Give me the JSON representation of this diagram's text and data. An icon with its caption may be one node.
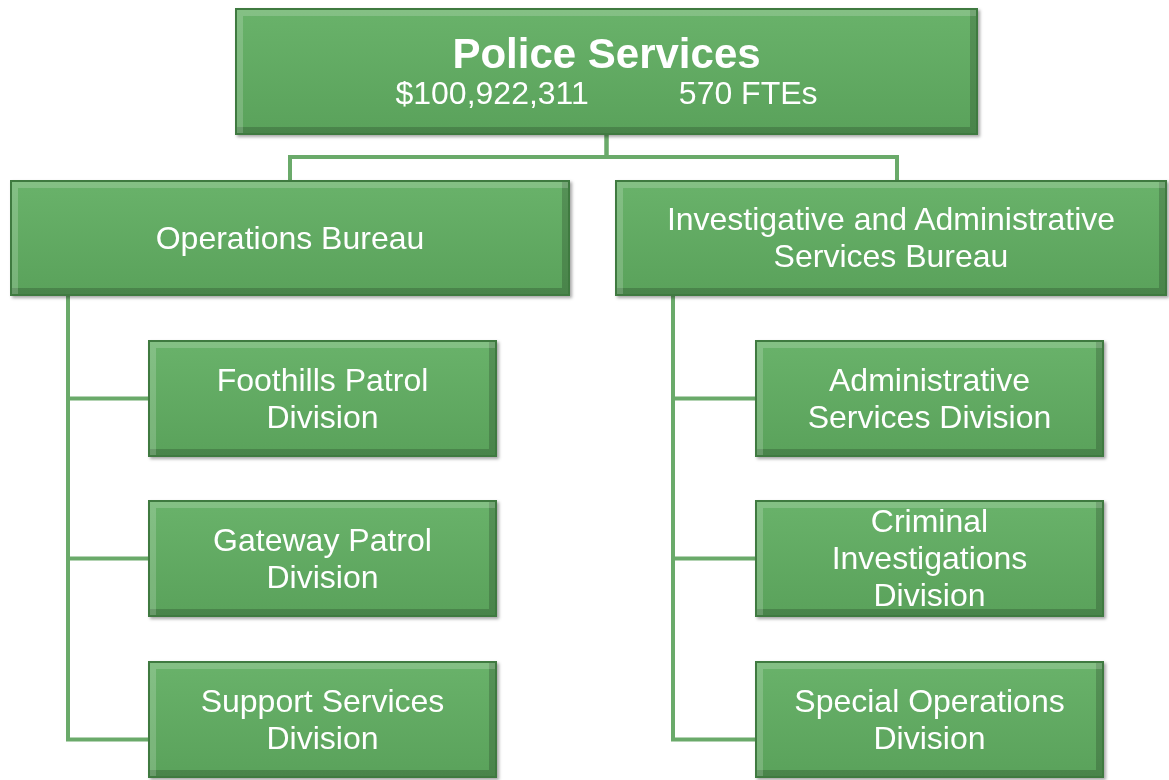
{
  "diagram": {
    "nodes": [
      {
        "text": [
          "Police Services",
          "$100,922,311",
          "570 FTEs"
        ]
      },
      {
        "text": [
          "Operations Bureau"
        ]
      },
      {
        "text": [
          "Investigative and Administrative Services Bureau"
        ]
      },
      {
        "text": [
          "Foothills Patrol Division"
        ]
      },
      {
        "text": [
          "Gateway Patrol Division"
        ]
      },
      {
        "text": [
          "Support Services Division"
        ]
      },
      {
        "text": [
          "Administrative Services Division"
        ]
      },
      {
        "text": [
          "Criminal Investigations Division"
        ]
      },
      {
        "text": [
          "Special Operations Division"
        ]
      }
    ],
    "edges": [
      {
        "from": 0,
        "to": 1,
        "arrow": "none"
      },
      {
        "from": 0,
        "to": 2,
        "arrow": "none"
      },
      {
        "from": 1,
        "to": 3,
        "arrow": "none"
      },
      {
        "from": 1,
        "to": 4,
        "arrow": "none"
      },
      {
        "from": 1,
        "to": 5,
        "arrow": "none"
      },
      {
        "from": 2,
        "to": 6,
        "arrow": "none"
      },
      {
        "from": 2,
        "to": 7,
        "arrow": "none"
      },
      {
        "from": 2,
        "to": 8,
        "arrow": "none"
      }
    ]
  }
}
